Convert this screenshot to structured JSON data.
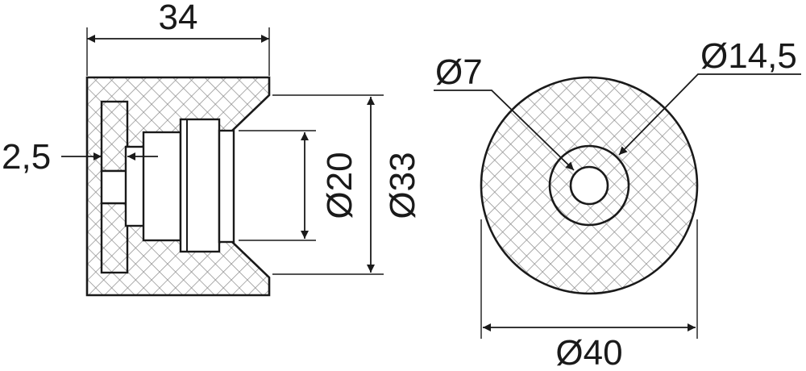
{
  "side_view": {
    "width_label": "34",
    "slot_label": "2,5",
    "bore_diameter_label": "Ø20",
    "outer_diameter_label": "Ø33"
  },
  "front_view": {
    "inner_hole_label": "Ø7",
    "boss_diameter_label": "Ø14,5",
    "outer_diameter_label": "Ø40"
  },
  "colors": {
    "line": "#1a1a1a",
    "hatch": "#8a8a8a",
    "background": "#ffffff"
  }
}
